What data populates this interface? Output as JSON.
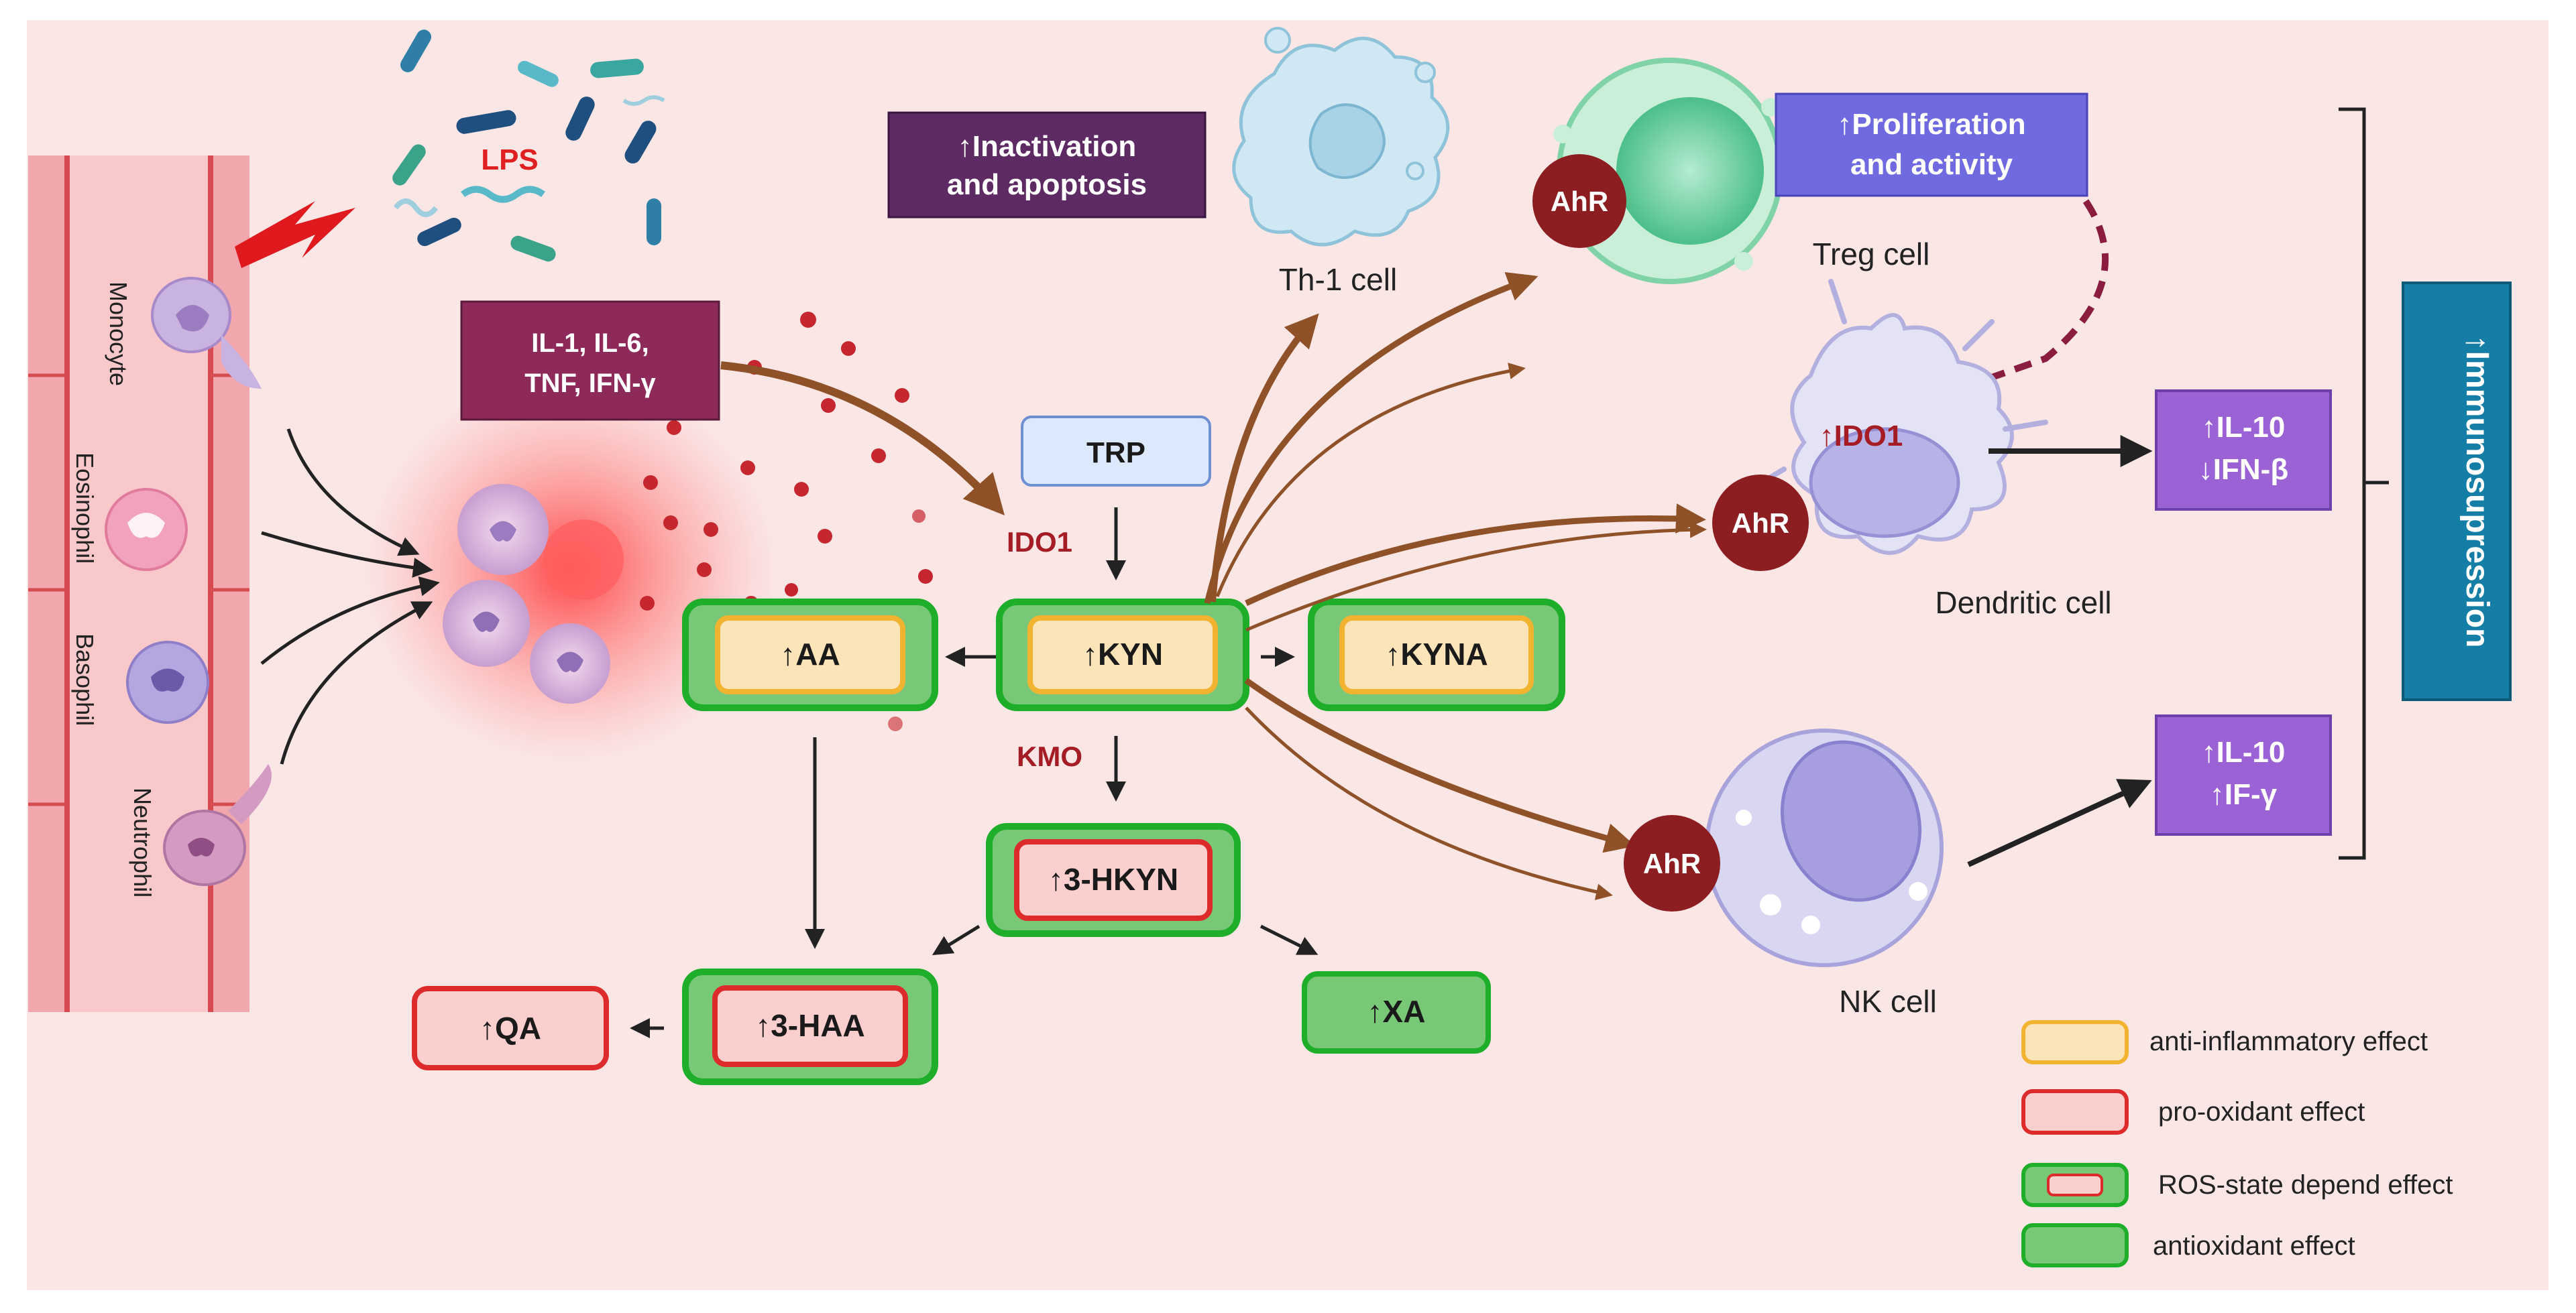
{
  "colors": {
    "background": "#fbe6e6",
    "vessel": "#f8c8cb",
    "vessel_edge": "#d84a52",
    "anti_inflammatory_border": "#f2b331",
    "anti_inflammatory_fill": "#fbe4b8",
    "pro_oxidant_border": "#dd2b2b",
    "pro_oxidant_fill": "#fccfcf",
    "antioxidant_border": "#1fae29",
    "antioxidant_fill": "#78c878",
    "inactivation_box": "#5e2a63",
    "proliferation_box": "#6f6ae0",
    "cytokine_box": "#8e2a5a",
    "il10_box": "#9b62d6",
    "immunosupression_box": "#147ea6",
    "ahr": "#8c1d20",
    "enzyme_text": "#a51c24",
    "lps_text": "#e02020",
    "brown_arrow": "#8f5128",
    "dashed_arrow": "#8a1c3f"
  },
  "bacteria": {
    "lps_label": "LPS"
  },
  "vessel": {
    "cells": [
      "Monocyte",
      "Eosinophil",
      "Basophil",
      "Neutrophil"
    ]
  },
  "cytokines": {
    "line1": "IL-1, IL-6,",
    "line2": "TNF, IFN-γ"
  },
  "pathway": {
    "trp": "TRP",
    "ido1": "IDO1",
    "kmo": "KMO",
    "kyn": "↑KYN",
    "aa": "↑AA",
    "kyna": "↑KYNA",
    "hkyn": "↑3-HKYN",
    "haa": "↑3-HAA",
    "qa": "↑QA",
    "xa": "↑XA"
  },
  "th1": {
    "box_line1": "↑Inactivation",
    "box_line2": "and apoptosis",
    "cell_label": "Th-1 cell"
  },
  "treg": {
    "box_line1": "↑Proliferation",
    "box_line2": "and activity",
    "cell_label": "Treg cell",
    "receptor": "AhR"
  },
  "dendritic": {
    "ido1_label": "↑IDO1",
    "cell_label": "Dendritic cell",
    "receptor": "AhR"
  },
  "nk": {
    "cell_label": "NK cell",
    "receptor": "AhR"
  },
  "outputs": {
    "dc_line1": "↑IL-10",
    "dc_line2": "↓IFN-β",
    "nk_line1": "↑IL-10",
    "nk_line2": "↑IF-γ",
    "immuno": "↑Immunosupression"
  },
  "legend": [
    {
      "type": "anti-inflammatory",
      "label": "anti-inflammatory effect"
    },
    {
      "type": "pro-oxidant",
      "label": "pro-oxidant effect"
    },
    {
      "type": "ros",
      "label": "ROS-state depend effect"
    },
    {
      "type": "antioxidant",
      "label": "antioxidant effect"
    }
  ]
}
